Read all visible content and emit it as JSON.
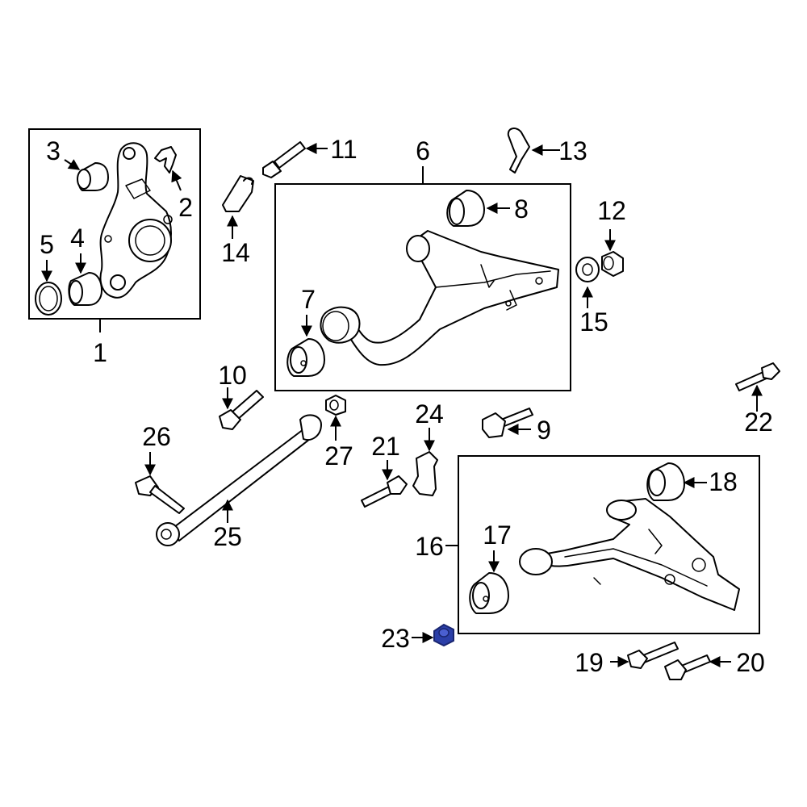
{
  "diagram": {
    "highlight_color": "#2b3fa8",
    "callouts": {
      "c1": "1",
      "c2": "2",
      "c3": "3",
      "c4": "4",
      "c5": "5",
      "c6": "6",
      "c7": "7",
      "c8": "8",
      "c9": "9",
      "c10": "10",
      "c11": "11",
      "c12": "12",
      "c13": "13",
      "c14": "14",
      "c15": "15",
      "c16": "16",
      "c17": "17",
      "c18": "18",
      "c19": "19",
      "c20": "20",
      "c21": "21",
      "c22": "22",
      "c23": "23",
      "c24": "24",
      "c25": "25",
      "c26": "26",
      "c27": "27"
    }
  }
}
